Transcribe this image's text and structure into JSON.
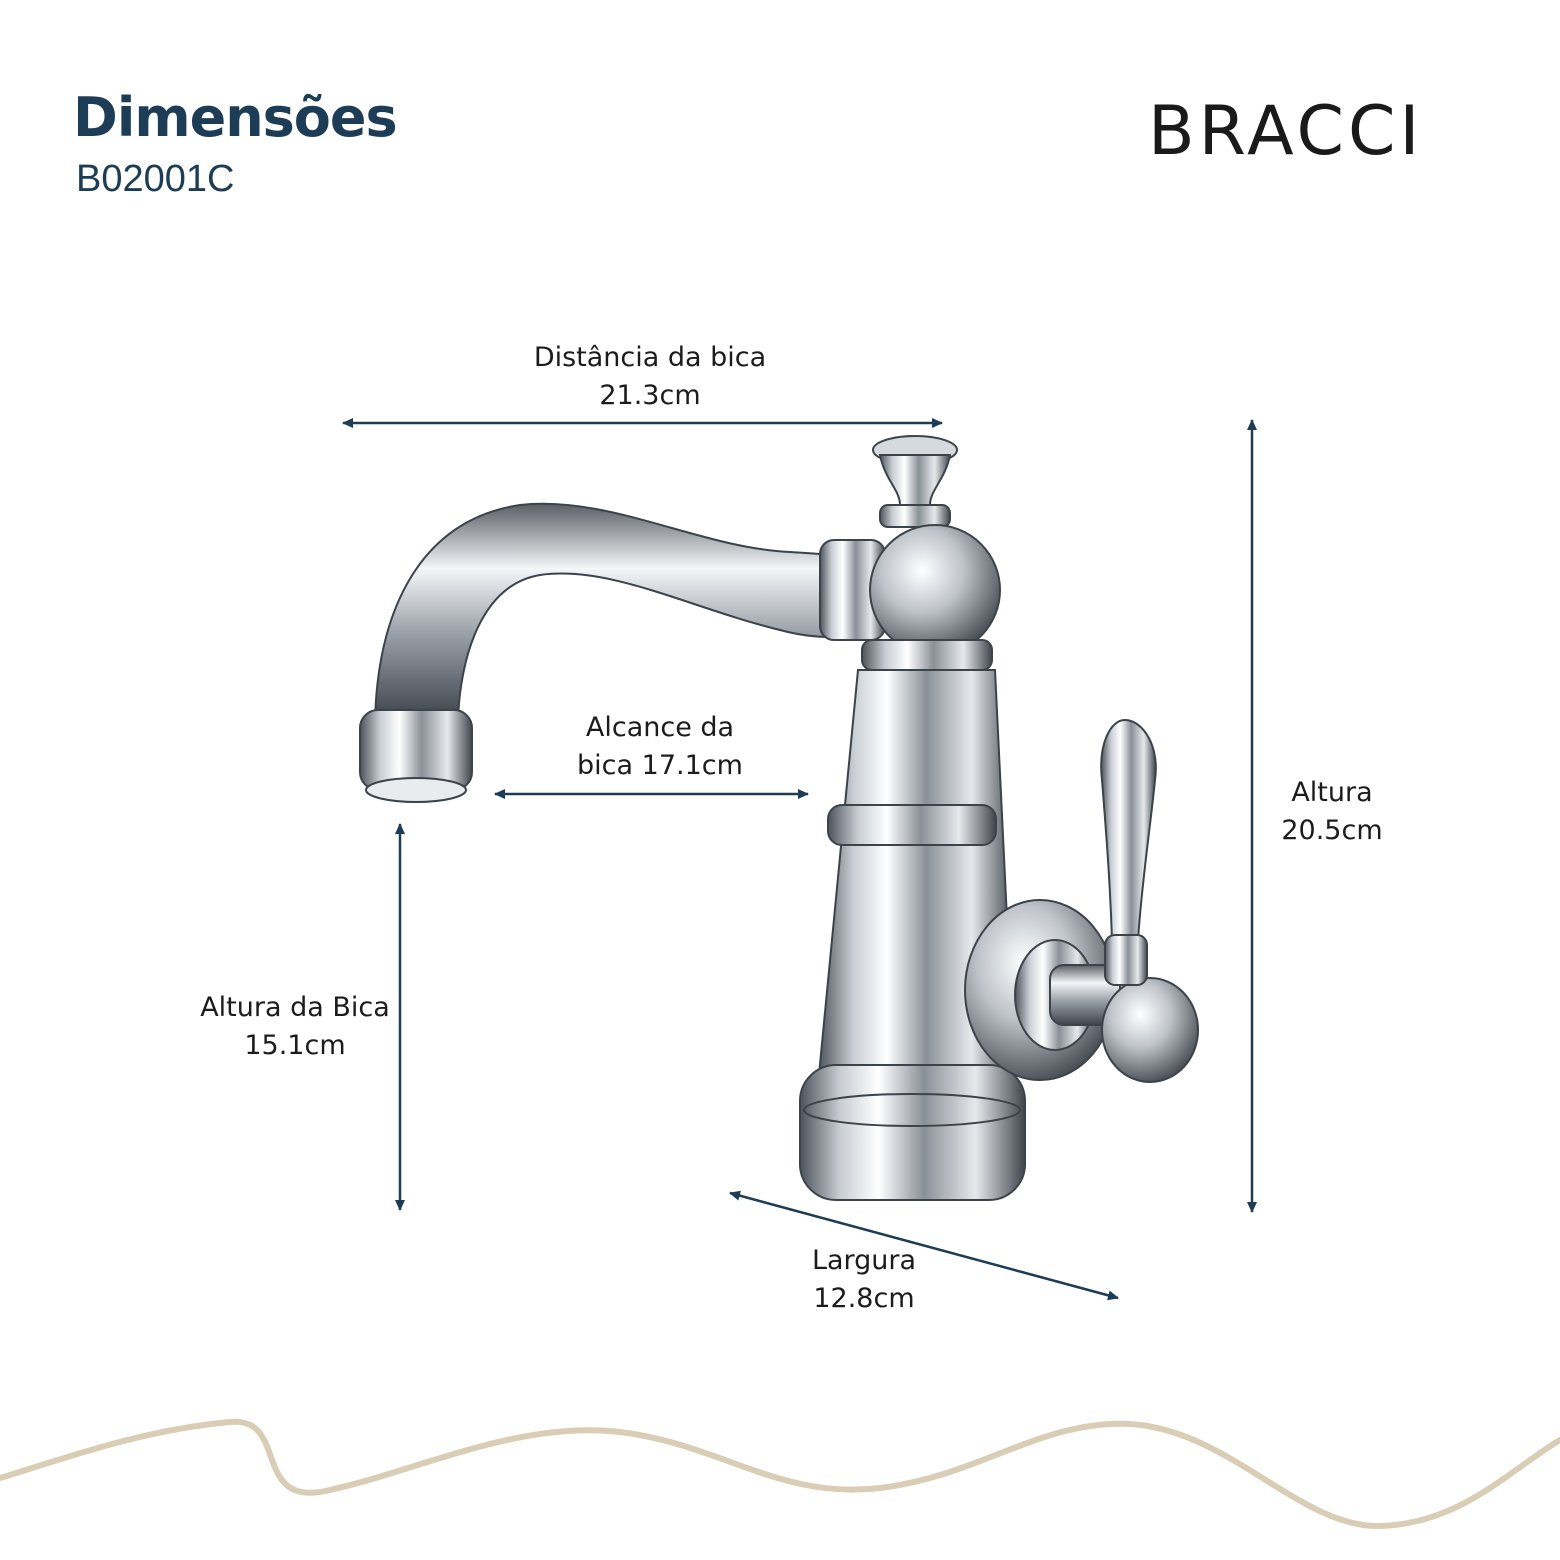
{
  "header": {
    "title": "Dimensões",
    "subtitle": "B02001C",
    "brand": "BRACCI"
  },
  "dimensions": {
    "spout_distance": {
      "label": "Distância da bica",
      "value": "21.3cm"
    },
    "spout_reach": {
      "label_line1": "Alcance da",
      "label_line2": "bica 17.1cm"
    },
    "height": {
      "label": "Altura",
      "value": "20.5cm"
    },
    "spout_height": {
      "label": "Altura da Bica",
      "value": "15.1cm"
    },
    "width": {
      "label": "Largura",
      "value": "12.8cm"
    }
  },
  "colors": {
    "accent": "#1d3c56",
    "arrow": "#1d3c56",
    "wave": "#d9cdb5",
    "chrome_dark": "#5a5f66",
    "chrome_light": "#f4f6f8"
  }
}
